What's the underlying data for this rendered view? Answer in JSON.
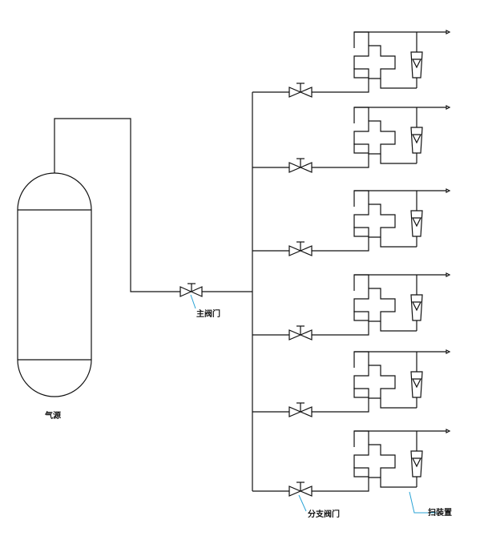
{
  "labels": {
    "gas_source": "气源",
    "main_valve": "主阀门",
    "branch_valve": "分支阀门",
    "scan_device": "扫装置"
  },
  "branch_count": 6,
  "colors": {
    "line": "#111111",
    "leader": "#29a3d6"
  }
}
